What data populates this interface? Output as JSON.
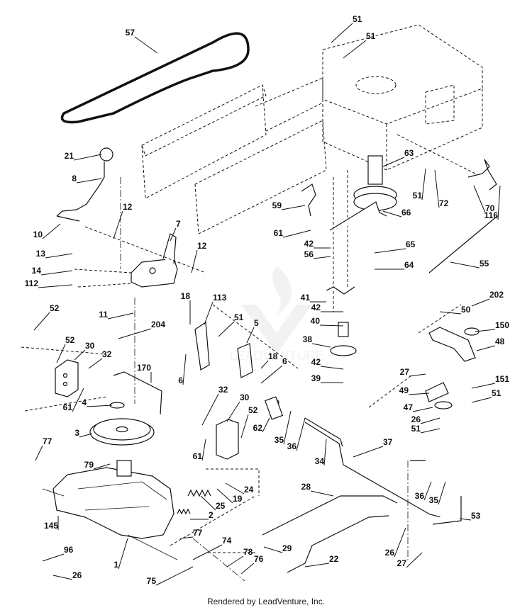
{
  "footer": "Rendered by LeadVenture, Inc.",
  "watermark": {
    "brand_text": "LEADVENTURE",
    "icon": "flame-v-logo-icon"
  },
  "callouts": [
    "57",
    "51",
    "51",
    "63",
    "21",
    "8",
    "12",
    "7",
    "10",
    "13",
    "14",
    "112",
    "12",
    "59",
    "61",
    "66",
    "51",
    "72",
    "70",
    "116",
    "42",
    "56",
    "65",
    "64",
    "55",
    "41",
    "42",
    "40",
    "38",
    "42",
    "39",
    "52",
    "11",
    "204",
    "18",
    "113",
    "51",
    "5",
    "18",
    "6",
    "6",
    "52",
    "30",
    "32",
    "61",
    "170",
    "4",
    "3",
    "77",
    "79",
    "32",
    "30",
    "52",
    "61",
    "62",
    "35",
    "36",
    "34",
    "37",
    "50",
    "202",
    "150",
    "48",
    "27",
    "151",
    "51",
    "49",
    "47",
    "26",
    "51",
    "28",
    "24",
    "19",
    "25",
    "2",
    "145",
    "77",
    "36",
    "35",
    "53",
    "74",
    "29",
    "96",
    "1",
    "78",
    "76",
    "22",
    "26",
    "27",
    "26",
    "75"
  ]
}
